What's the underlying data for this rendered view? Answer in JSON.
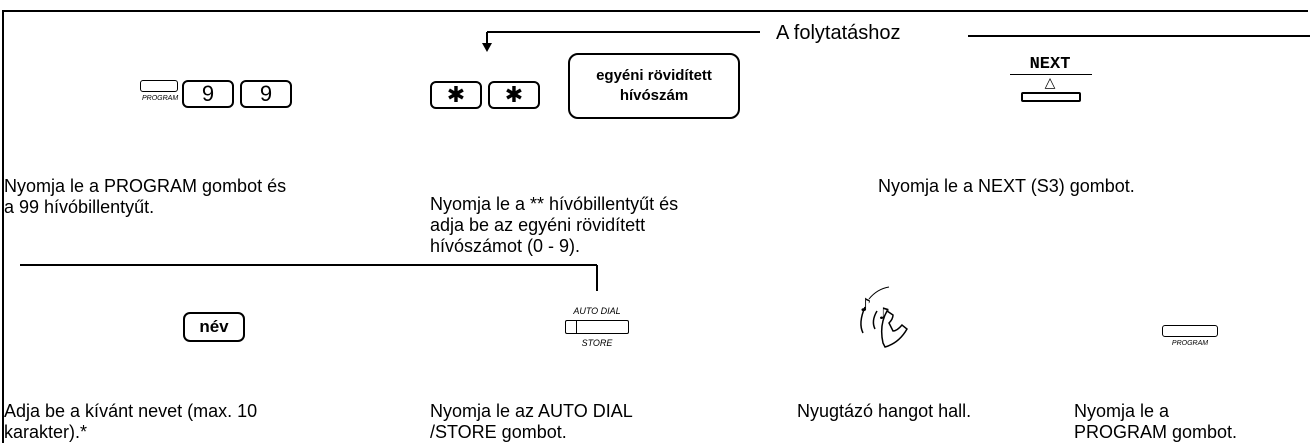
{
  "continue_label": "A folytatáshoz",
  "step1": {
    "program_caption": "PROGRAM",
    "key1": "9",
    "key2": "9",
    "description_line1": "Nyomja le a PROGRAM gombot és",
    "description_line2": "a 99 hívóbillentyűt."
  },
  "step2": {
    "star1": "✱",
    "star2": "✱",
    "personal_key_line1": "egyéni rövidített",
    "personal_key_line2": "hívószám",
    "description_line1": "Nyomja le a ** hívóbillentyűt és",
    "description_line2": "adja be az egyéni rövidített",
    "description_line3": "hívószámot (0 - 9)."
  },
  "step3": {
    "next_label": "NEXT",
    "triangle": "△",
    "description": "Nyomja le a NEXT (S3) gombot."
  },
  "step4": {
    "name_key": "név",
    "description_line1": "Adja be a kívánt nevet (max. 10",
    "description_line2": "karakter).*"
  },
  "step5": {
    "top_caption": "AUTO DIAL",
    "bottom_caption": "STORE",
    "description_line1": "Nyomja le az AUTO DIAL",
    "description_line2": "/STORE gombot."
  },
  "step6": {
    "description": "Nyugtázó hangot hall."
  },
  "step7": {
    "program_caption": "PROGRAM",
    "description_line1": "Nyomja le a",
    "description_line2": "PROGRAM gombot."
  }
}
